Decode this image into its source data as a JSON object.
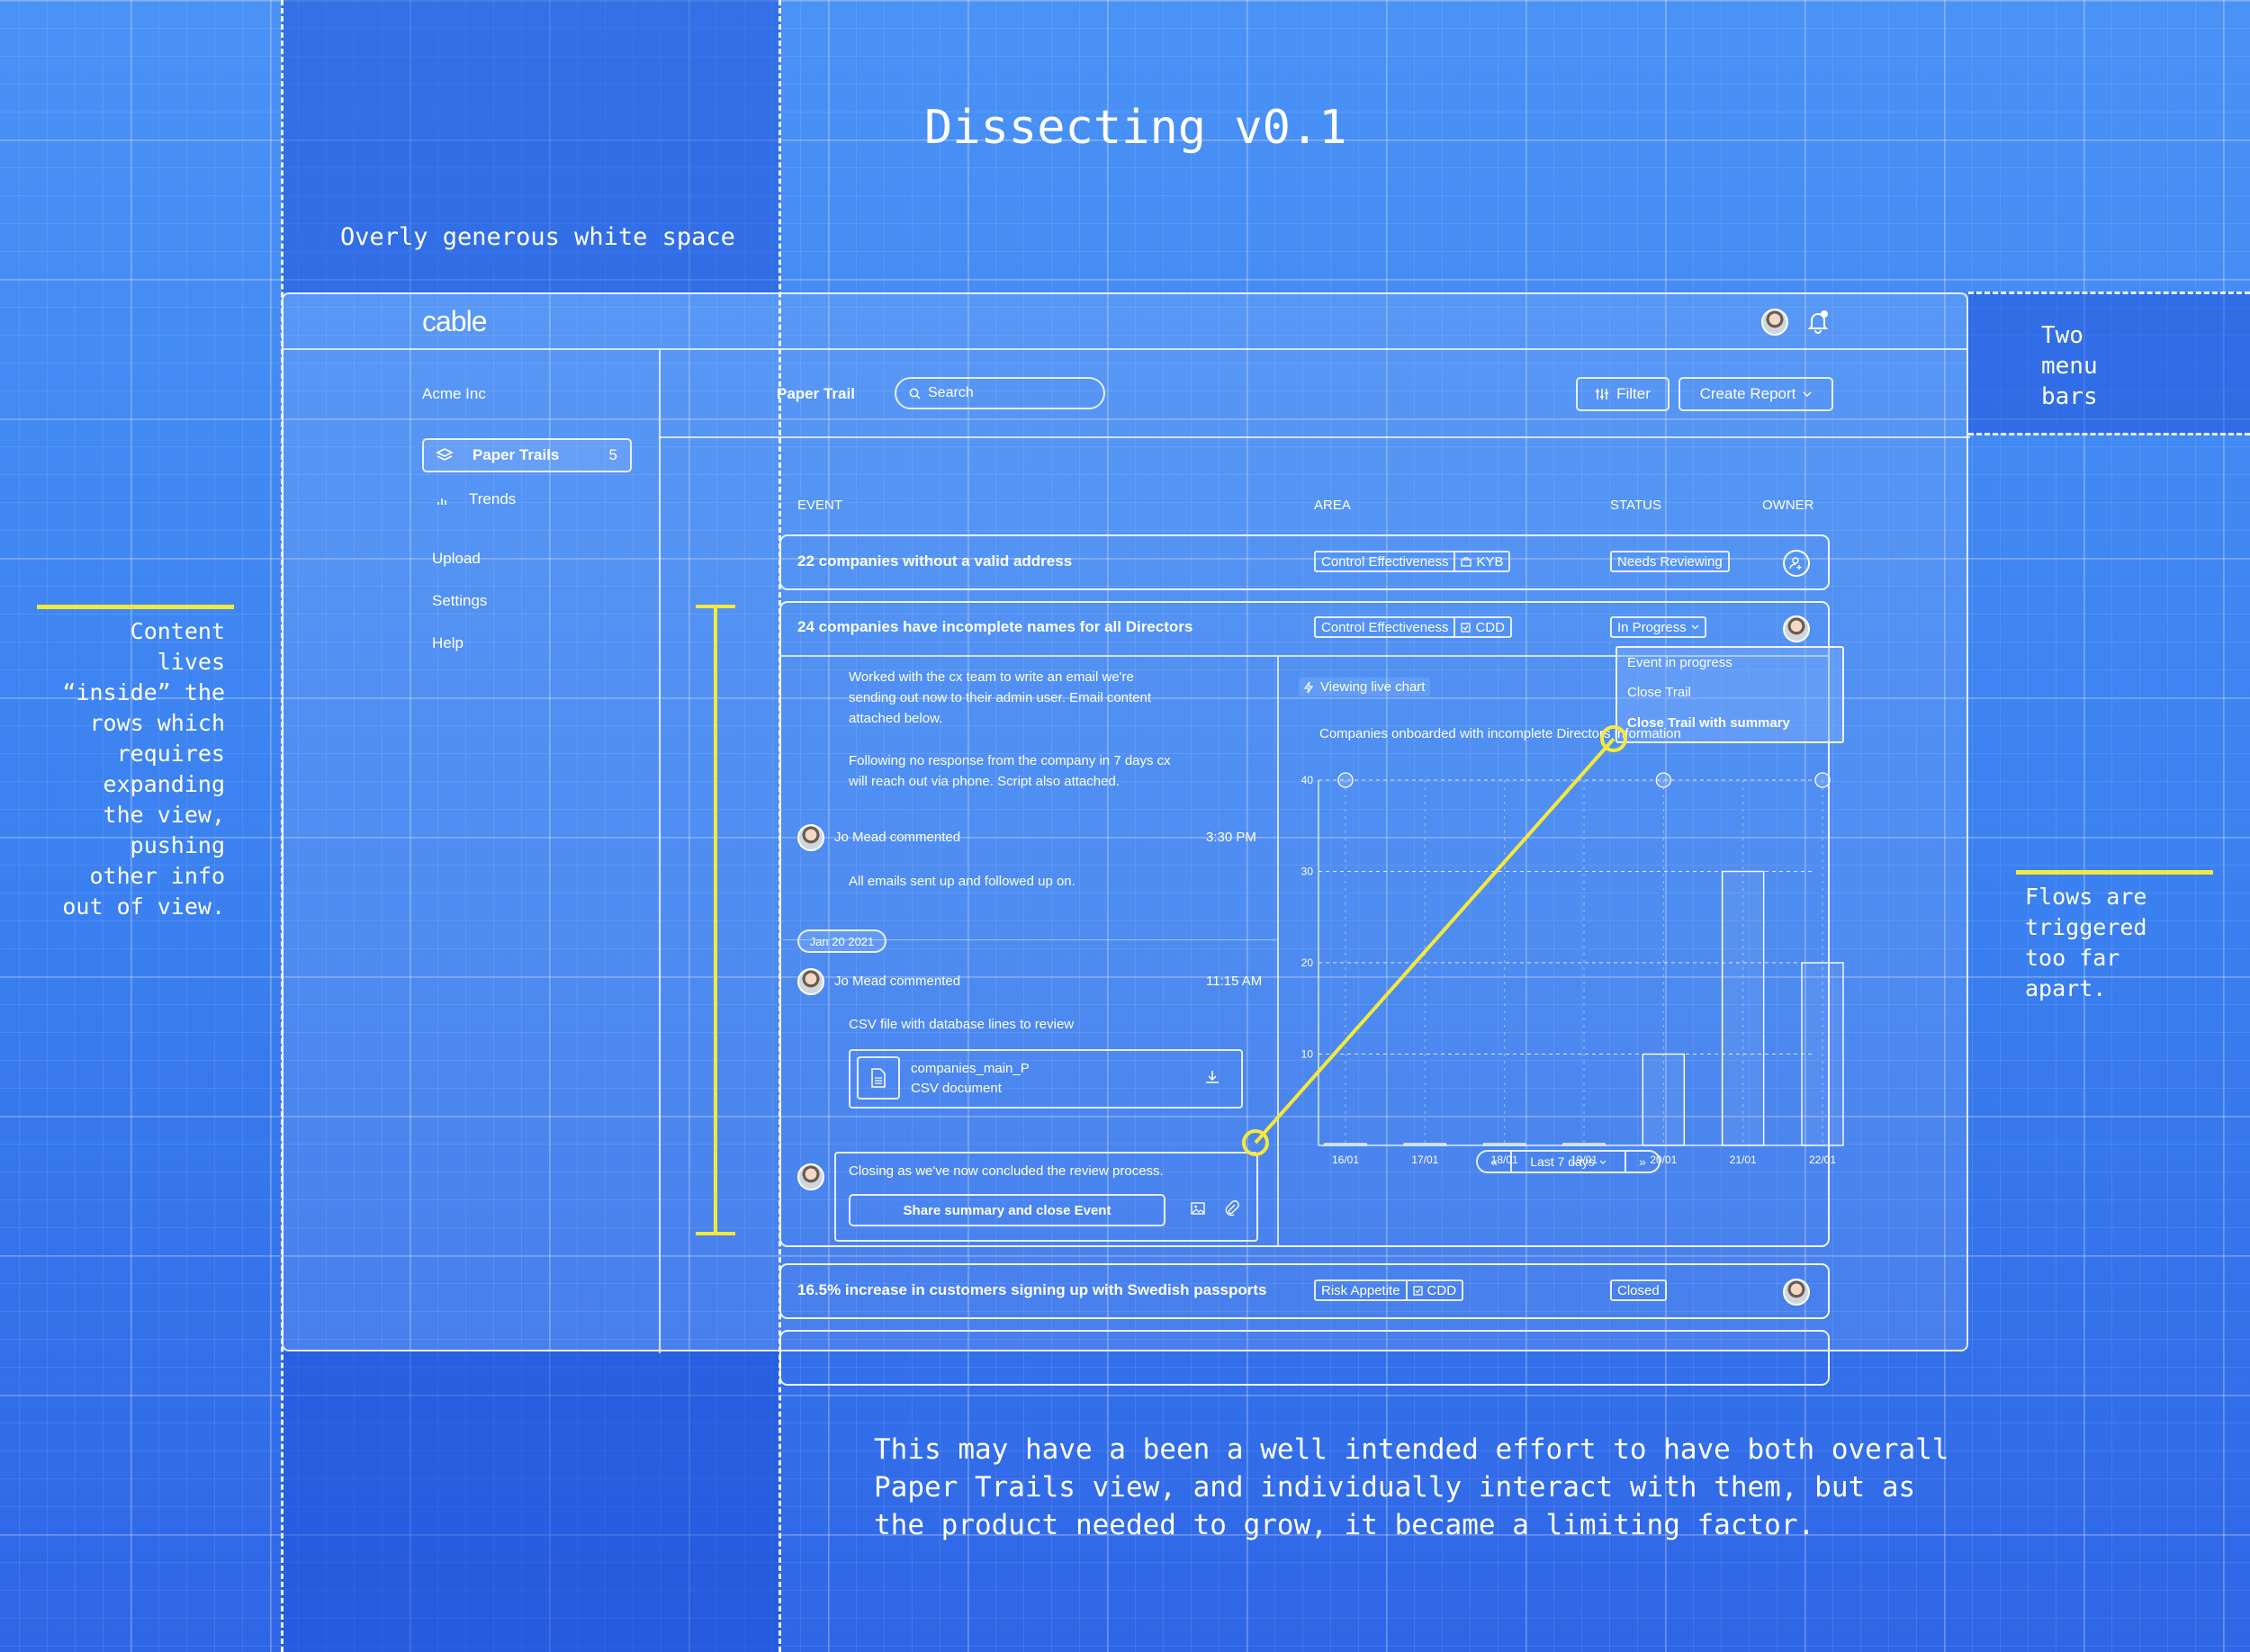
{
  "title": "Dissecting v0.1",
  "annotations": {
    "white_space": "Overly generous white space",
    "menu_bars": [
      "Two",
      "menu",
      "bars"
    ],
    "content": [
      "Content",
      "lives",
      "“inside” the",
      "rows which",
      "requires",
      "expanding",
      "the view,",
      "pushing",
      "other info",
      "out of view."
    ],
    "flows": [
      "Flows are",
      "triggered",
      "too far",
      "apart."
    ],
    "bottom": [
      "This may have a been a well intended effort to have both overall",
      "Paper Trails view, and individually interact with them, but as",
      "the product needed to grow, it became a limiting factor."
    ]
  },
  "app": {
    "logo": "cable",
    "org": "Acme Inc",
    "nav": [
      {
        "label": "Paper Trails",
        "count": "5"
      },
      {
        "label": "Trends"
      },
      {
        "label": "Upload"
      },
      {
        "label": "Settings"
      },
      {
        "label": "Help"
      }
    ],
    "header": {
      "title": "Paper Trail",
      "search_placeholder": "Search",
      "filter": "Filter",
      "create_report": "Create Report"
    },
    "columns": {
      "event": "EVENT",
      "area": "AREA",
      "status": "STATUS",
      "owner": "OWNER"
    },
    "rows": [
      {
        "event": "22 companies without a valid address",
        "area": [
          "Control Effectiveness",
          "KYB"
        ],
        "status": "Needs Reviewing"
      },
      {
        "event": "24 companies have incomplete names for all Directors",
        "area": [
          "Control Effectiveness",
          "CDD"
        ],
        "status": "In Progress"
      },
      {
        "event": "16.5% increase in customers signing up with Swedish passports",
        "area": [
          "Risk Appetite",
          "CDD"
        ],
        "status": "Closed"
      }
    ],
    "status_menu": [
      "Event in progress",
      "Close Trail",
      "Close Trail with summary"
    ],
    "thread": {
      "note1": [
        "Worked with the cx team to write an email we're",
        "sending out now to their admin user. Email content",
        "attached below."
      ],
      "note2": [
        "Following no response from the company in 7 days cx",
        "will reach out via phone. Script also attached."
      ],
      "comment1": {
        "author": "Jo Mead commented",
        "time": "3:30 PM",
        "text": "All emails sent up and followed up on."
      },
      "date_chip": "Jan 20 2021",
      "comment2": {
        "author": "Jo Mead commented",
        "time": "11:15 AM",
        "text": "CSV file with database lines to review"
      },
      "file": {
        "name": "companies_main_P",
        "type": "CSV document"
      },
      "reply": "Closing as we've now concluded the review process.",
      "share_button": "Share summary and close Event"
    },
    "chart_header": {
      "live": "Viewing live chart",
      "title": "Companies onboarded with incomplete Directors information"
    },
    "range": {
      "prev": "«",
      "label": "Last 7 days",
      "next": "»"
    }
  },
  "chart_data": {
    "type": "bar",
    "title": "Companies onboarded with incomplete Directors information",
    "categories": [
      "16/01",
      "17/01",
      "18/01",
      "19/01",
      "20/01",
      "21/01",
      "22/01"
    ],
    "values": [
      0,
      0,
      0,
      0,
      10,
      30,
      20
    ],
    "yticks": [
      10,
      20,
      30,
      40
    ],
    "ylim": [
      0,
      40
    ],
    "grid": true
  },
  "colors": {
    "accent": "#f4e93b",
    "background": "#3f86f1"
  }
}
